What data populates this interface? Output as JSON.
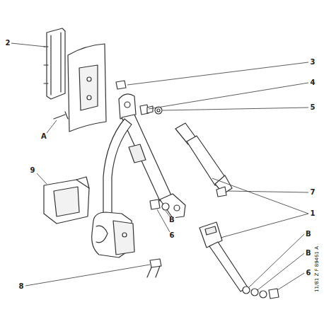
{
  "diagram": {
    "labels": [
      "2",
      "3",
      "4",
      "5",
      "A",
      "9",
      "7",
      "1",
      "B",
      "6",
      "B",
      "B",
      "6",
      "8",
      "11/81 Z F 89461 A"
    ]
  }
}
